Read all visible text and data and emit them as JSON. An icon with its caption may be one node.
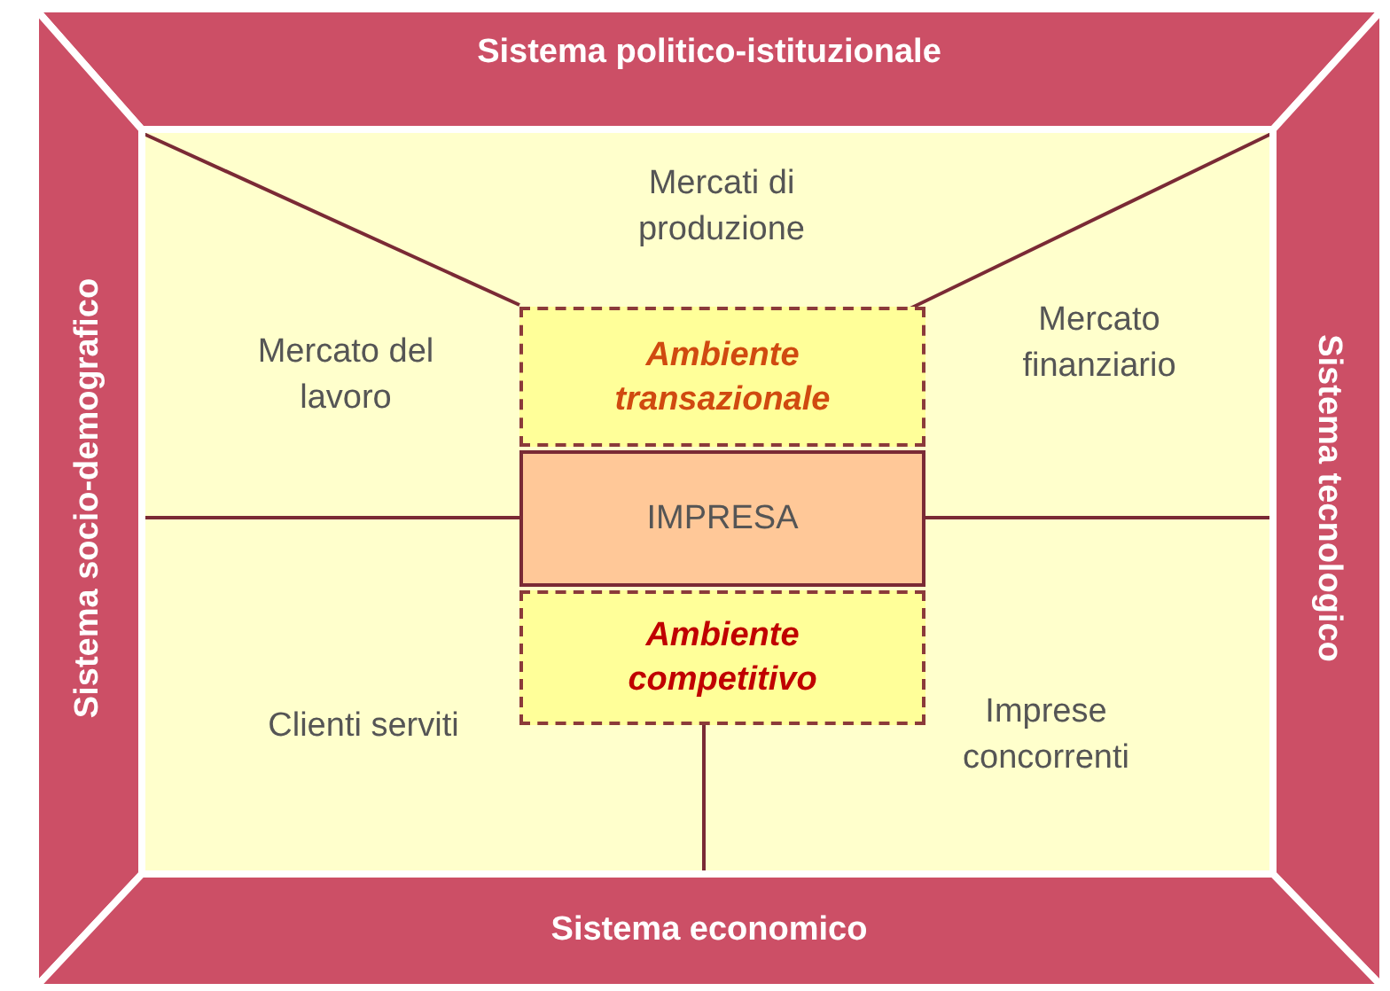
{
  "diagram": {
    "nodes": [
      {
        "text": [
          "Sistema politico-istituzionale"
        ]
      },
      {
        "text": [
          "Sistema socio-demografico"
        ]
      },
      {
        "text": [
          "Sistema tecnologico"
        ]
      },
      {
        "text": [
          "Sistema economico"
        ]
      },
      {
        "text": [
          "Ambiente transazionale"
        ]
      },
      {
        "text": [
          "IMPRESA"
        ]
      },
      {
        "text": [
          "Ambiente competitivo"
        ]
      }
    ],
    "edges": [],
    "labels": [
      "Mercati di produzione",
      "Mercato del lavoro",
      "Mercato finanziario",
      "Clienti serviti",
      "Imprese concorrenti"
    ]
  }
}
